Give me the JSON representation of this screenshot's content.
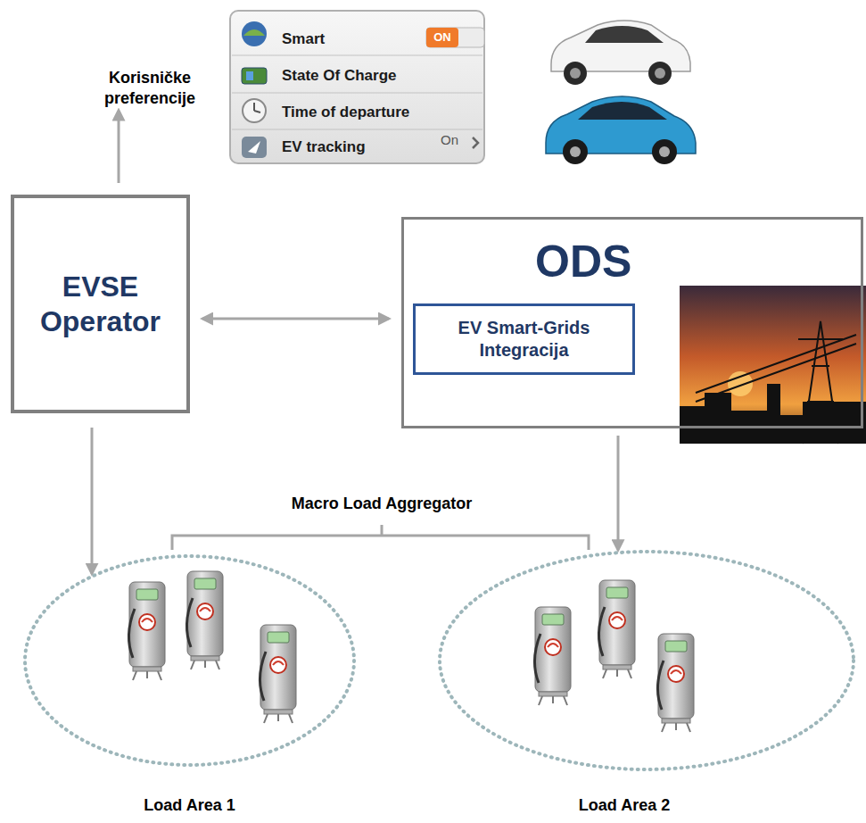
{
  "diagram": {
    "nodes": [
      {
        "text": [
          "Smart",
          "ON",
          "State Of Charge",
          "Time of departure",
          "EV tracking",
          "On"
        ]
      },
      {
        "text": [
          "EVSE Operator"
        ]
      },
      {
        "text": [
          "ODS"
        ]
      },
      {
        "text": [
          "EV Smart-Grids Integracija"
        ],
        "in": 2
      },
      {
        "text": [
          "Load Area 1"
        ]
      },
      {
        "text": [
          "Load Area 2"
        ]
      }
    ],
    "edges": [
      {
        "from": 1,
        "to": 2,
        "arrow": "both"
      },
      {
        "from": 1,
        "to": 4,
        "arrow": "to"
      },
      {
        "from": 2,
        "to": 5,
        "arrow": "to"
      }
    ],
    "labels": [
      "Korisničke preferencije",
      "Macro Load Aggregator"
    ]
  }
}
